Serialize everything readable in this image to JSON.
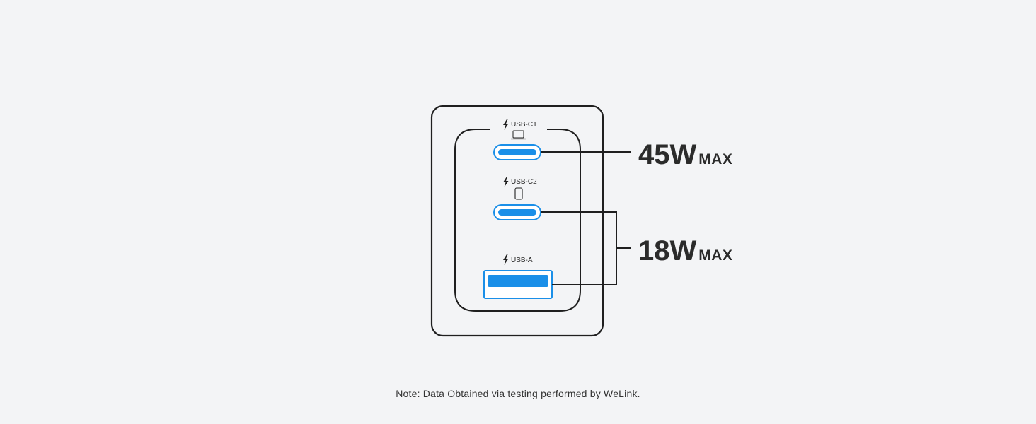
{
  "colors": {
    "background": "#f3f4f6",
    "outline": "#1f1f1f",
    "port_fill": "#1a8fe8",
    "port_ring": "#1a8fe8",
    "text": "#2b2b2b"
  },
  "charger": {
    "ports": [
      {
        "id": "usb-c1",
        "label": "USB-C1",
        "device_icon": "laptop-icon",
        "connector": "usb-c"
      },
      {
        "id": "usb-c2",
        "label": "USB-C2",
        "device_icon": "phone-icon",
        "connector": "usb-c"
      },
      {
        "id": "usb-a",
        "label": "USB-A",
        "device_icon": "",
        "connector": "usb-a"
      }
    ]
  },
  "callouts": [
    {
      "value": "45W",
      "unit": "MAX",
      "ports": [
        "usb-c1"
      ]
    },
    {
      "value": "18W",
      "unit": "MAX",
      "ports": [
        "usb-c2",
        "usb-a"
      ]
    }
  ],
  "footnote": "Note: Data Obtained via testing performed by WeLink."
}
